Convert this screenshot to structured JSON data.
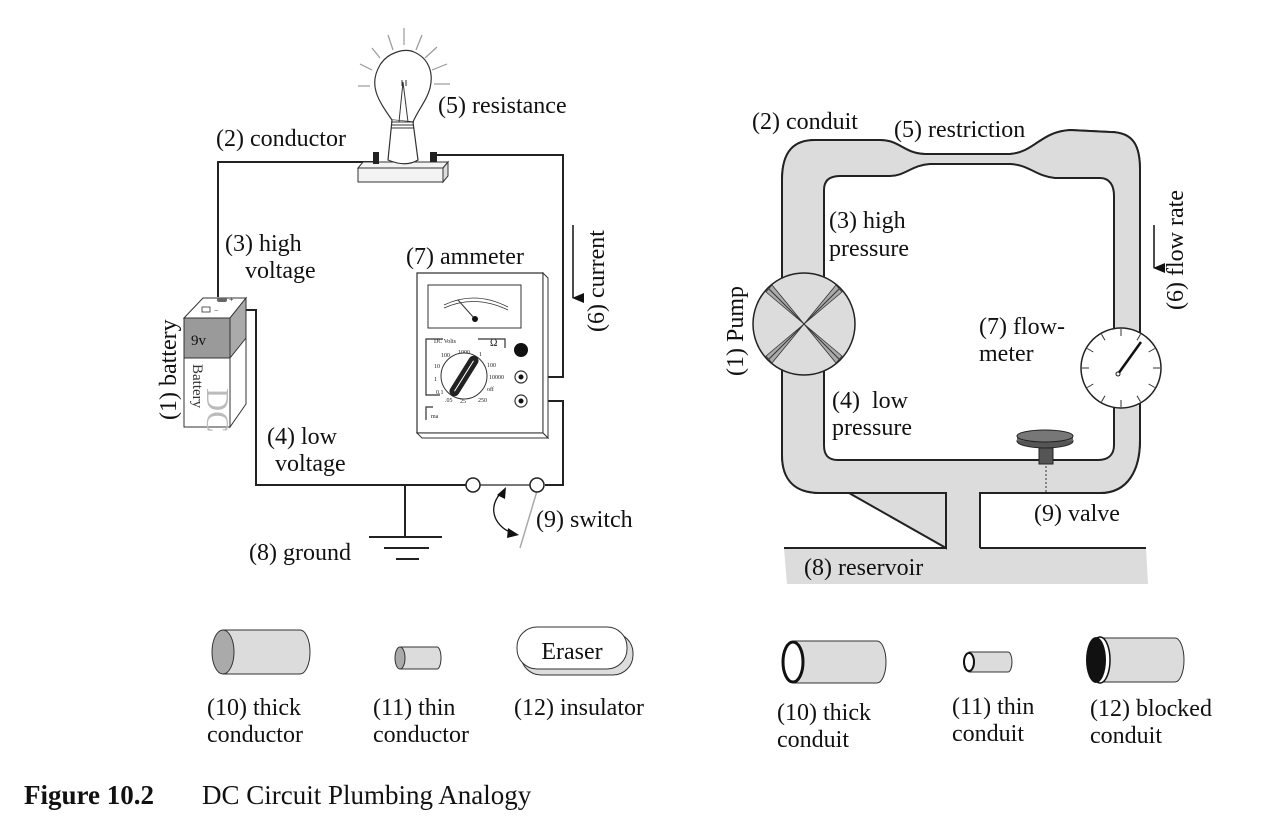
{
  "figure": {
    "number": "Figure 10.2",
    "title": "DC Circuit Plumbing Analogy"
  },
  "circuit": {
    "labels": {
      "battery": "(1) battery",
      "conductor": "(2) conductor",
      "high_voltage_1": "(3) high",
      "high_voltage_2": "voltage",
      "low_voltage_1": "(4) low",
      "low_voltage_2": "voltage",
      "resistance": "(5) resistance",
      "current": "(6) current",
      "ammeter": "(7) ammeter",
      "ground": "(8) ground",
      "switch": "(9) switch"
    },
    "battery": {
      "voltage": "9v",
      "brand": "Battery",
      "plus": "+",
      "minus": "−"
    },
    "ammeter": {
      "section_dc_volts": "DC Volts",
      "section_ohm": "Ω",
      "section_ma": "ma",
      "dial_values": [
        "100",
        "1000",
        "1",
        "10",
        "100",
        "1",
        "10000",
        "0.1",
        "off",
        ".05",
        "25",
        "250"
      ]
    },
    "items": [
      {
        "line1": "(10) thick",
        "line2": "conductor",
        "icon": "thick-cylinder"
      },
      {
        "line1": "(11) thin",
        "line2": "conductor",
        "icon": "thin-cylinder"
      },
      {
        "line1": "(12) insulator",
        "line2": "",
        "icon": "eraser",
        "icon_text": "Eraser"
      }
    ]
  },
  "plumbing": {
    "labels": {
      "pump": "(1) Pump",
      "conduit": "(2) conduit",
      "high_pressure_1": "(3) high",
      "high_pressure_2": "pressure",
      "low_pressure_1": "(4)  low",
      "low_pressure_2": "pressure",
      "restriction": "(5) restriction",
      "flow_rate": "(6) flow rate",
      "flowmeter_1": "(7) flow-",
      "flowmeter_2": "meter",
      "reservoir": "(8) reservoir",
      "valve": "(9) valve"
    },
    "items": [
      {
        "line1": "(10) thick",
        "line2": "conduit",
        "icon": "thick-pipe"
      },
      {
        "line1": "(11) thin",
        "line2": "conduit",
        "icon": "thin-pipe"
      },
      {
        "line1": "(12) blocked",
        "line2": "conduit",
        "icon": "blocked-pipe"
      }
    ]
  }
}
